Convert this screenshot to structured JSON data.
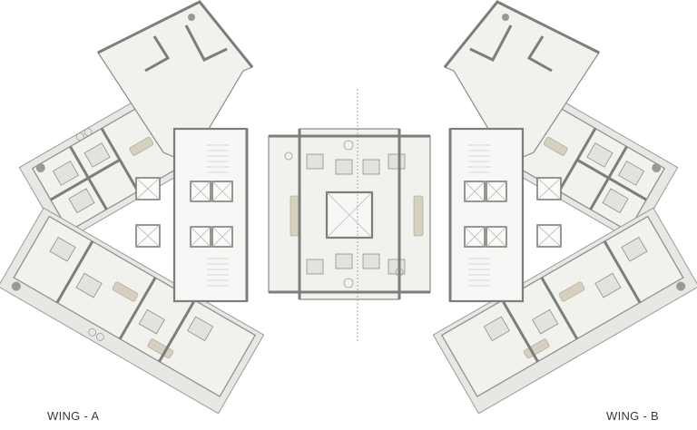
{
  "diagram": {
    "type": "architectural-floor-plan",
    "labels": {
      "wing_a": "WING - A",
      "wing_b": "WING - B"
    },
    "colors": {
      "background": "#ffffff",
      "floor_fill": "#f1f1ee",
      "wall": "#7d7d7b",
      "furniture_accent": "#d6d1bf"
    },
    "wings": [
      {
        "name": "WING - A",
        "position": "left",
        "apartments": 4
      },
      {
        "name": "WING - B",
        "position": "right",
        "apartments": 4
      }
    ],
    "central_block": {
      "apartments": 4,
      "lift_cores": 2
    }
  }
}
